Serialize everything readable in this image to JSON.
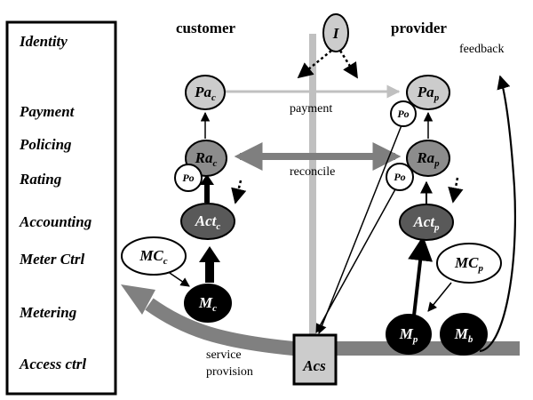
{
  "layers": [
    "Identity",
    "Payment",
    "Policing",
    "Rating",
    "Accounting",
    "Meter Ctrl",
    "Metering",
    "Access ctrl"
  ],
  "headers": {
    "customer": "customer",
    "provider": "provider"
  },
  "nodes": {
    "identity": {
      "main": "I",
      "sub": ""
    },
    "pa_c": {
      "main": "Pa",
      "sub": "c"
    },
    "pa_p": {
      "main": "Pa",
      "sub": "p"
    },
    "ra_c": {
      "main": "Ra",
      "sub": "c"
    },
    "ra_p": {
      "main": "Ra",
      "sub": "p"
    },
    "act_c": {
      "main": "Act",
      "sub": "c"
    },
    "act_p": {
      "main": "Act",
      "sub": "p"
    },
    "mc_c": {
      "main": "MC",
      "sub": "c"
    },
    "mc_p": {
      "main": "MC",
      "sub": "p"
    },
    "m_c": {
      "main": "M",
      "sub": "c"
    },
    "m_p": {
      "main": "M",
      "sub": "p"
    },
    "m_b": {
      "main": "M",
      "sub": "b"
    },
    "acs": {
      "main": "Acs",
      "sub": ""
    },
    "po": "Po"
  },
  "flows": {
    "payment": "payment",
    "reconcile": "reconcile",
    "feedback": "feedback",
    "service_line1": "service",
    "service_line2": "provision"
  },
  "colors": {
    "black_node": "#000000",
    "dark_node": "#595959",
    "mid_node": "#8c8c8c",
    "light_node": "#cccccc",
    "white_node": "#ffffff",
    "wide_flow": "#808080",
    "pale_line": "#c0c0c0",
    "reconcile_arrow": "#7f7f7f"
  }
}
